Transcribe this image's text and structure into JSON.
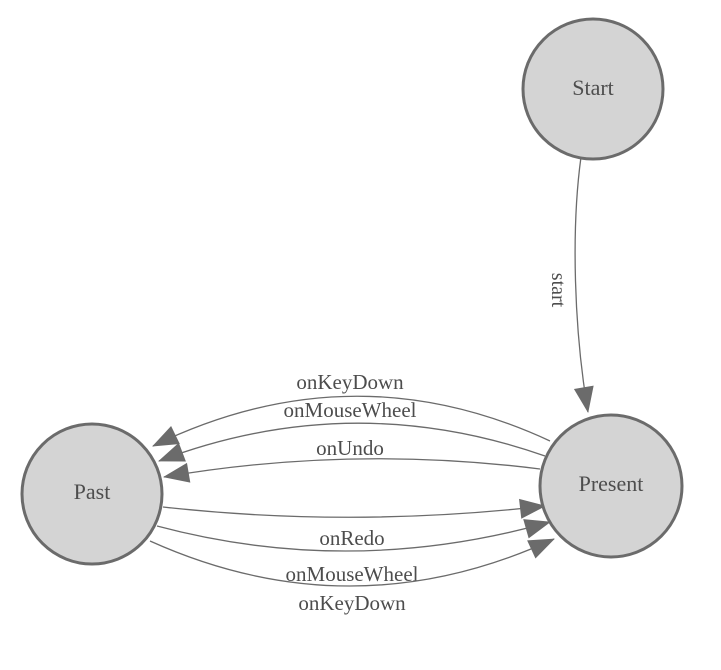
{
  "diagram": {
    "type": "finite-state-machine",
    "background": "#ffffff",
    "colors": {
      "node_fill": "#d4d4d4",
      "node_stroke": "#6b6b6b",
      "edge_stroke": "#6b6b6b",
      "arrow_fill": "#6b6b6b",
      "label_text": "#4d4d4d"
    },
    "nodes": {
      "start": {
        "label": "Start"
      },
      "present": {
        "label": "Present"
      },
      "past": {
        "label": "Past"
      }
    },
    "edges": [
      {
        "from": "start",
        "to": "present",
        "label": "start"
      },
      {
        "from": "present",
        "to": "past",
        "label": "onKeyDown"
      },
      {
        "from": "present",
        "to": "past",
        "label": "onMouseWheel"
      },
      {
        "from": "present",
        "to": "past",
        "label": "onUndo"
      },
      {
        "from": "past",
        "to": "present",
        "label": "onRedo"
      },
      {
        "from": "past",
        "to": "present",
        "label": "onMouseWheel"
      },
      {
        "from": "past",
        "to": "present",
        "label": "onKeyDown"
      }
    ]
  }
}
